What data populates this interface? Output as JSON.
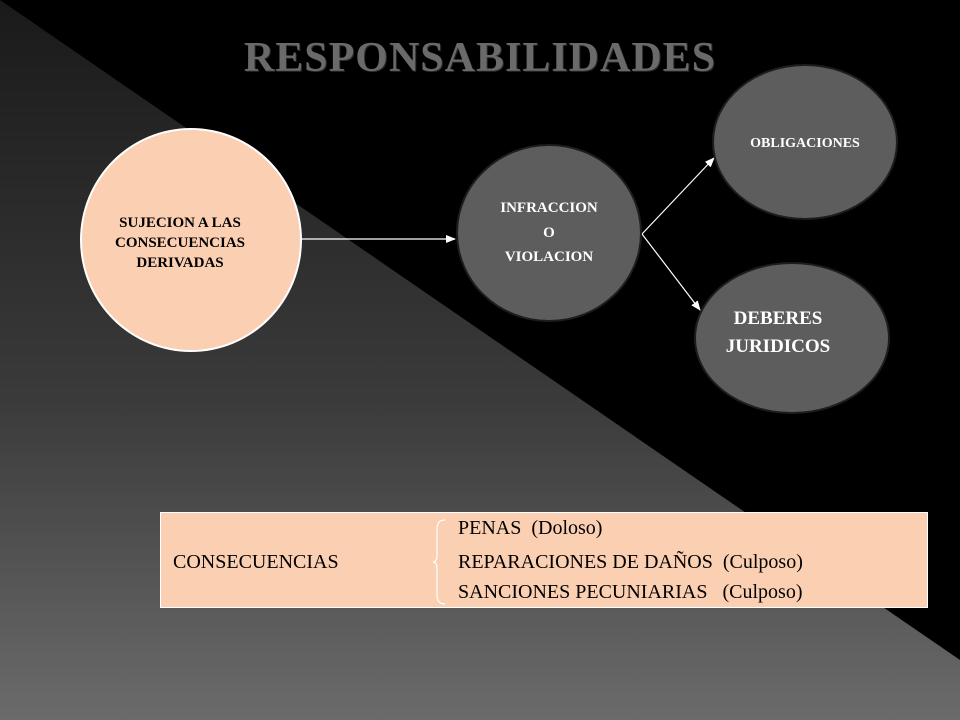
{
  "title": "RESPONSABILIDADES",
  "nodes": {
    "sujecion": "SUJECION A LAS\nCONSECUENCIAS\nDERIVADAS",
    "infraccion": "INFRACCION\nO\nVIOLACION",
    "obligaciones": "OBLIGACIONES",
    "deberes": "DEBERES\nJURIDICOS"
  },
  "consecuencias": {
    "label": "CONSECUENCIAS",
    "items": [
      "PENAS  (Doloso)",
      "REPARACIONES DE DAÑOS  (Culposo)",
      "SANCIONES PECUNIARIAS   (Culposo)"
    ]
  },
  "colors": {
    "background": "#000000",
    "peach": "#fbcfb1",
    "grey_node": "#5d5d5d",
    "title": "#6a6a6a"
  }
}
